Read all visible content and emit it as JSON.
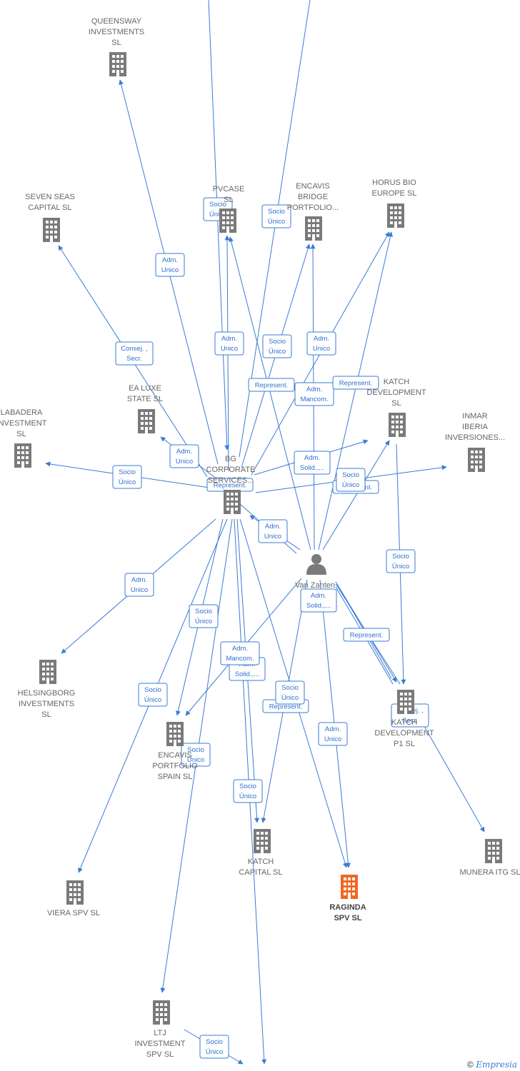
{
  "nodes": {
    "queensway": {
      "lines": [
        "QUEENSWAY",
        "INVESTMENTS",
        "SL"
      ],
      "icon": "building-icon"
    },
    "seven_seas": {
      "lines": [
        "SEVEN SEAS",
        "CAPITAL  SL"
      ],
      "icon": "building-icon"
    },
    "pvcase": {
      "lines": [
        "PVCASE",
        "SL"
      ],
      "icon": "building-icon"
    },
    "encavis_bridge": {
      "lines": [
        "ENCAVIS",
        "BRIDGE",
        "PORTFOLIO..."
      ],
      "icon": "building-icon"
    },
    "horus": {
      "lines": [
        "HORUS BIO",
        "EUROPE  SL"
      ],
      "icon": "building-icon"
    },
    "ea_luxe": {
      "lines": [
        "EA LUXE",
        "STATE  SL"
      ],
      "icon": "building-icon"
    },
    "labadera": {
      "lines": [
        "LABADERA",
        "INVESTMENT",
        "SL"
      ],
      "icon": "building-icon"
    },
    "katch_dev": {
      "lines": [
        "KATCH",
        "DEVELOPMENT",
        "SL"
      ],
      "icon": "building-icon"
    },
    "inmar": {
      "lines": [
        "INMAR",
        "IBERIA",
        "INVERSIONES..."
      ],
      "icon": "building-icon"
    },
    "bg_corporate": {
      "lines": [
        "BG",
        "CORPORATE",
        "SERVICES..."
      ],
      "icon": "building-icon"
    },
    "van_zanten": {
      "lines": [
        "Van Zanten"
      ],
      "icon": "person-icon"
    },
    "helsingborg": {
      "lines": [
        "HELSINGBORG",
        "INVESTMENTS",
        "SL"
      ],
      "icon": "building-icon"
    },
    "encavis_spain": {
      "lines": [
        "ENCAVIS",
        "PORTFOLIO",
        "SPAIN  SL"
      ],
      "icon": "building-icon"
    },
    "katch_dev_p1": {
      "lines": [
        "KATCH",
        "DEVELOPMENT",
        "P1  SL"
      ],
      "icon": "building-icon"
    },
    "viera": {
      "lines": [
        "VIERA SPV  SL"
      ],
      "icon": "building-icon"
    },
    "katch_capital": {
      "lines": [
        "KATCH",
        "CAPITAL  SL"
      ],
      "icon": "building-icon"
    },
    "raginda": {
      "lines": [
        "RAGINDA",
        "SPV  SL"
      ],
      "icon": "building-icon",
      "highlight": true
    },
    "munera": {
      "lines": [
        "MUNERA ITG  SL"
      ],
      "icon": "building-icon"
    },
    "ltj": {
      "lines": [
        "LTJ",
        "INVESTMENT",
        "SPV  SL"
      ],
      "icon": "building-icon"
    }
  },
  "badges": [
    {
      "lines": [
        "Socio",
        "Único"
      ]
    },
    {
      "lines": [
        "Socio",
        "Único"
      ]
    },
    {
      "lines": [
        "Adm.",
        "Unico"
      ]
    },
    {
      "lines": [
        "Consej. ,",
        "Secr."
      ]
    },
    {
      "lines": [
        "Adm.",
        "Unico"
      ]
    },
    {
      "lines": [
        "Socio",
        "Único"
      ]
    },
    {
      "lines": [
        "Adm.",
        "Unico"
      ]
    },
    {
      "lines": [
        "Represent."
      ]
    },
    {
      "lines": [
        "Adm.",
        "Mancom."
      ]
    },
    {
      "lines": [
        "Represent."
      ]
    },
    {
      "lines": [
        "Adm.",
        "Unico"
      ]
    },
    {
      "lines": [
        "Socio",
        "Único"
      ]
    },
    {
      "lines": [
        "Adm.",
        "Solid.,..."
      ]
    },
    {
      "lines": [
        "Represent."
      ]
    },
    {
      "lines": [
        "Represent."
      ]
    },
    {
      "lines": [
        "Socio",
        "Único"
      ]
    },
    {
      "lines": [
        "Adm.",
        "Unico"
      ]
    },
    {
      "lines": [
        "Socio",
        "Único"
      ]
    },
    {
      "lines": [
        "Adm.",
        "Unico"
      ]
    },
    {
      "lines": [
        "Adm.",
        "Solid.,..."
      ]
    },
    {
      "lines": [
        "Socio",
        "Único"
      ]
    },
    {
      "lines": [
        "Represent."
      ]
    },
    {
      "lines": [
        "Adm.",
        "Solid.,..."
      ]
    },
    {
      "lines": [
        "Adm.",
        "Mancom."
      ]
    },
    {
      "lines": [
        "Socio",
        "Único"
      ]
    },
    {
      "lines": [
        "Represent."
      ]
    },
    {
      "lines": [
        "Consej. ,",
        "Secr."
      ]
    },
    {
      "lines": [
        "Socio",
        "Único"
      ]
    },
    {
      "lines": [
        "Adm.",
        "Unico"
      ]
    },
    {
      "lines": [
        "Socio",
        "Único"
      ]
    },
    {
      "lines": [
        "Socio",
        "Único"
      ]
    },
    {
      "lines": [
        "Socio",
        "Único"
      ]
    }
  ],
  "colors": {
    "edge": "#3a7bd5",
    "node": "#7a7a7a",
    "highlight": "#f26522",
    "badge_text": "#2f6fd0"
  },
  "footer": {
    "copyright": "©",
    "brand": "Empresia"
  }
}
